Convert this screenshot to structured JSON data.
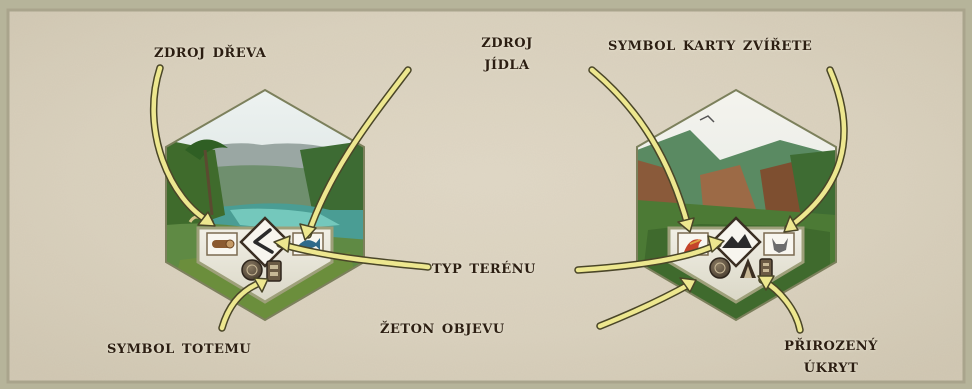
{
  "labels": {
    "wood": "Zdroj dřeva",
    "food_line1": "Zdroj",
    "food_line2": "jídla",
    "animal": "Symbol karty zvířete",
    "terrain": "Typ terénu",
    "totem": "Symbol Totemu",
    "discovery": "Žeton objevu",
    "shelter_line1": "Přirozený",
    "shelter_line2": "úkryt"
  },
  "tiles": [
    {
      "name": "beach-tile",
      "terrain": "beach",
      "icons": [
        "wood-icon",
        "beach-terrain-icon",
        "fish-icon",
        "discovery-token-icon",
        "totem-icon"
      ]
    },
    {
      "name": "hills-tile",
      "terrain": "hills",
      "icons": [
        "food-icon",
        "hills-terrain-icon",
        "animal-card-icon",
        "discovery-token-icon",
        "shelter-icon"
      ]
    }
  ],
  "colors": {
    "arrow": "#e8e28a",
    "arrow_outline": "#3a3a1e",
    "text": "#2c1e12",
    "border": "#9ea07a"
  }
}
